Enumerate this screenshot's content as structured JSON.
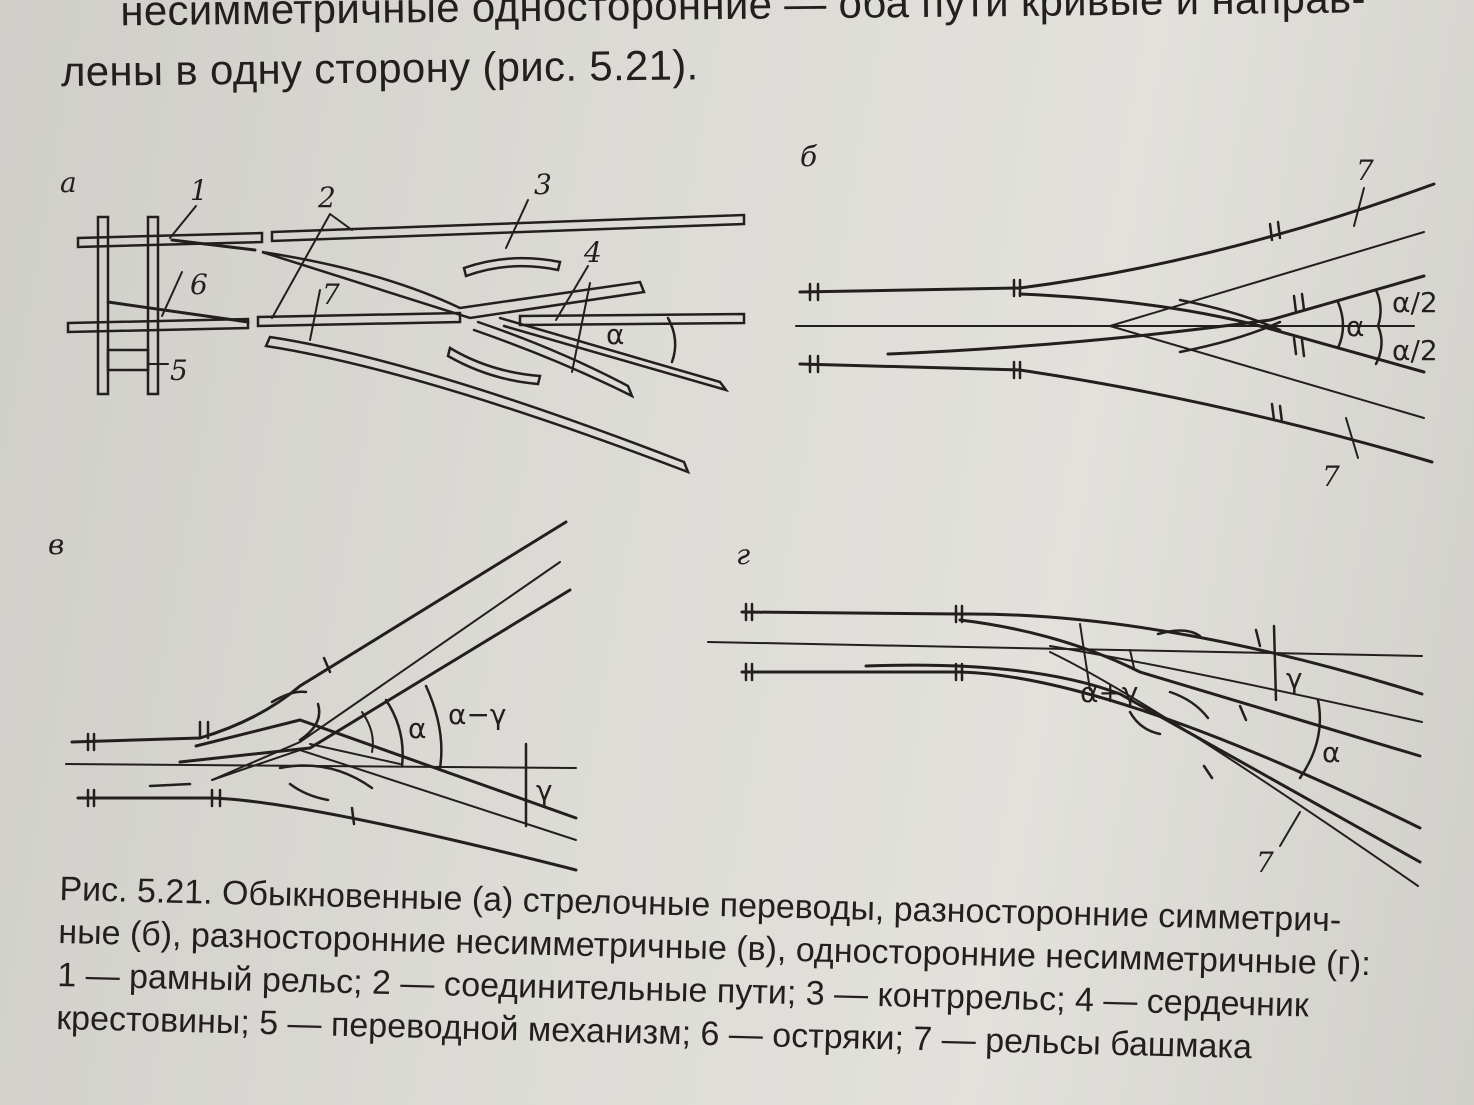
{
  "page": {
    "top_line_1": "несимметричные односторонние — оба пути кривые и направ-",
    "top_line_2": "лены в одну сторону (рис. 5.21).",
    "caption_lines": [
      "Рис. 5.21. Обыкновенные (а) стрелочные переводы, разносторонние симметрич-",
      "ные (б), разносторонние несимметричные (в), односторонние несимметричные (г):",
      "1 — рамный рельс; 2 — соединительные пути; 3 — контррельс; 4 — сердечник",
      "крестовины; 5 — переводной механизм; 6 — остряки; 7 — рельсы башмака"
    ]
  },
  "figures": {
    "a": {
      "letter": "а",
      "labels": [
        "1",
        "2",
        "3",
        "4",
        "5",
        "6",
        "7"
      ],
      "angle": "α"
    },
    "b": {
      "letter": "б",
      "labels": [
        "7",
        "7"
      ],
      "angles": [
        "α",
        "α/2",
        "α/2"
      ]
    },
    "v": {
      "letter": "в",
      "angles": [
        "α",
        "α−γ",
        "γ"
      ]
    },
    "g": {
      "letter": "г",
      "angles": [
        "α+γ",
        "γ",
        "α"
      ],
      "labels": [
        "7"
      ]
    }
  },
  "colors": {
    "ink": "#231f1d",
    "paper": "#dcdbd6"
  }
}
